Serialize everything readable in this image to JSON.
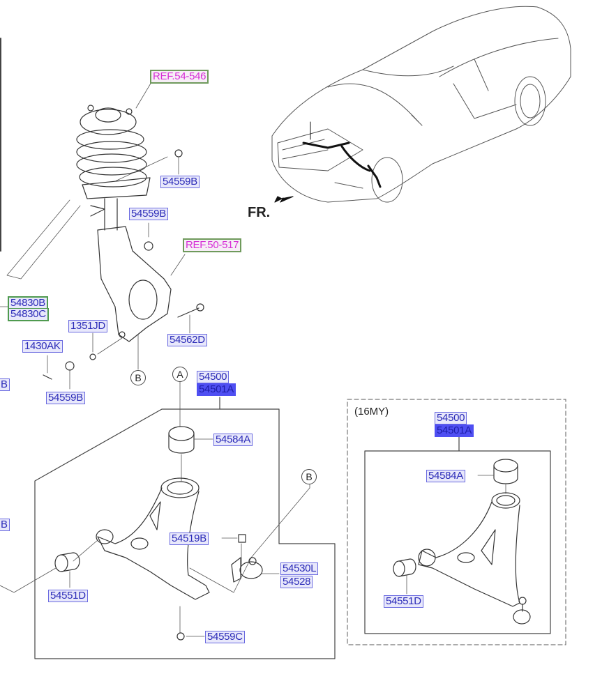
{
  "diagram": {
    "orientation_label": "FR.",
    "ref_labels": [
      {
        "id": "ref-54-546",
        "text": "REF.54-546"
      },
      {
        "id": "ref-50-517",
        "text": "REF.50-517"
      }
    ],
    "upper_assembly": {
      "part_labels": {
        "strut_nut_upper": "54559B",
        "strut_nut_lower": "54559B",
        "stabilizer_link_b": "54830B",
        "stabilizer_link_c": "54830C",
        "knuckle_bolt_nut": "1351JD",
        "bolt": "1430AK",
        "nut": "54559B",
        "knuckle_bolt": "54562D",
        "left_edge_b_upper": "B",
        "left_edge_b_lower": "B"
      },
      "markers": {
        "a": "A",
        "b_knuckle": "B"
      }
    },
    "lower_arm_assembly": {
      "assembly_number": "54500",
      "assembly_variant_selected": "54501A",
      "part_labels": {
        "bushing_g": "54584A",
        "ball_joint_bolt": "54519B",
        "ball_joint_l": "54530L",
        "ball_joint": "54528",
        "bushing_front": "54551D",
        "nut": "54559C"
      },
      "markers": {
        "b_ball_joint": "B"
      }
    },
    "variant_16my": {
      "title": "(16MY)",
      "assembly_number": "54500",
      "assembly_variant_selected": "54501A",
      "part_labels": {
        "bushing_g": "54584A",
        "bushing_front": "54551D"
      }
    }
  },
  "colors": {
    "label_text": "#2b2bb8",
    "label_bg": "#e8e8fb",
    "label_border": "#6a6ae0",
    "selected_bg": "#4f4ff2",
    "ref_text": "#d62ed6",
    "ref_border": "#6f9a5c"
  }
}
